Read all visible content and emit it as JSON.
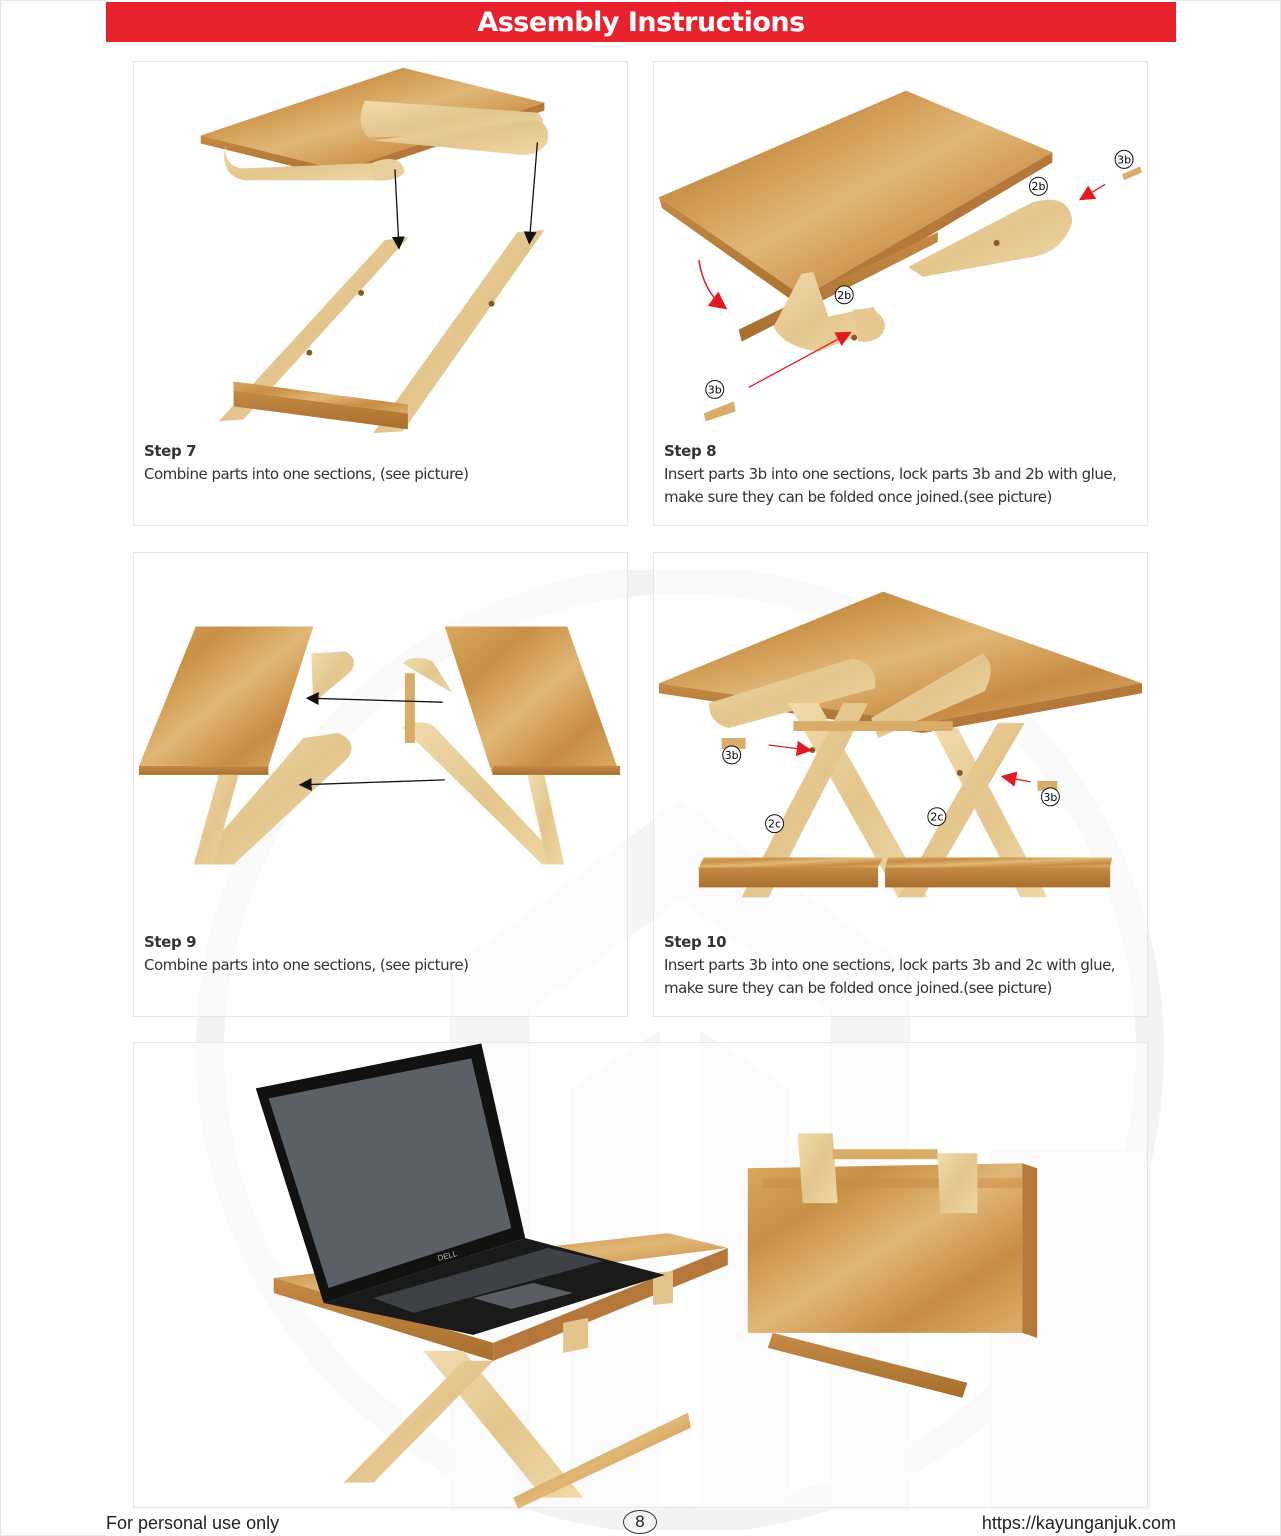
{
  "header": {
    "title": "Assembly Instructions",
    "bar_color": "#e8222c"
  },
  "steps": [
    {
      "title": "Step 7",
      "text": "Combine parts into one sections, (see picture)",
      "part_labels": []
    },
    {
      "title": "Step 8",
      "text": "Insert parts 3b into one sections, lock parts 3b and 2b with glue, make sure they can be folded once joined.(see picture)",
      "part_labels": [
        "3b",
        "2b",
        "2b",
        "3b"
      ]
    },
    {
      "title": "Step 9",
      "text": "Combine parts into one sections, (see picture)",
      "part_labels": []
    },
    {
      "title": "Step 10",
      "text": "Insert parts 3b into one sections, lock parts 3b and 2c with glue, make sure they can be folded once joined.(see picture)",
      "part_labels": [
        "3b",
        "3b",
        "2c",
        "2c"
      ]
    }
  ],
  "final_illustration": {
    "laptop_brand": "DELL"
  },
  "footer": {
    "left_text": "For personal use only",
    "page_number": "8",
    "right_text": "https://kayunganjuk.com"
  },
  "colors": {
    "wood_light": "#e8cf9a",
    "wood_mid": "#d9ad68",
    "wood_dark": "#b97d38",
    "arrow_red": "#e21b23",
    "arrow_black": "#111111"
  }
}
